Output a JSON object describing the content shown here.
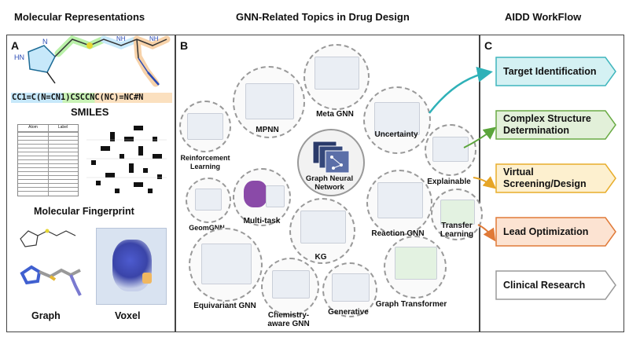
{
  "headers": {
    "left": "Molecular Representations",
    "middle": "GNN-Related Topics in Drug Design",
    "right": "AIDD WorkFlow"
  },
  "panels": {
    "a": "A",
    "b": "B",
    "c": "C"
  },
  "panel_a": {
    "smiles_string": "CC1=C(N=CN1)CSCCNC(NC)=NC#N",
    "smiles_caption": "SMILES",
    "table_headers": [
      "Atom",
      "Label"
    ],
    "fingerprint_caption": "Molecular Fingerprint",
    "graph_caption": "Graph",
    "voxel_caption": "Voxel"
  },
  "panel_b": {
    "center_label": "Graph Neural Network",
    "topics": {
      "meta_gnn": "Meta GNN",
      "mpnn": "MPNN",
      "reinforcement": "Reinforcement Learning",
      "uncertainty": "Uncertainty",
      "explainable": "Explainable",
      "geomgnn": "GeomGNN",
      "multitask": "Multi-task",
      "kg": "KG",
      "reaction_gnn": "Reaction GNN",
      "transfer": "Transfer Learning",
      "equivariant": "Equivariant GNN",
      "chemistry_aware": "Chemistry-aware GNN",
      "generative": "Generative",
      "graph_transformer": "Graph Transformer"
    }
  },
  "panel_c": {
    "steps": [
      {
        "label": "Target Identification",
        "color": "#d4f1f3",
        "border": "#3fb6bd"
      },
      {
        "label": "Complex Structure Determination",
        "color": "#e2f0d9",
        "border": "#6aab45"
      },
      {
        "label": "Virtual Screening/Design",
        "color": "#fdf0cf",
        "border": "#e8ad2b"
      },
      {
        "label": "Lead Optimization",
        "color": "#fce3d2",
        "border": "#e07a38"
      },
      {
        "label": "Clinical Research",
        "color": "#ffffff",
        "border": "#9a9a9a"
      }
    ]
  },
  "colors": {
    "teal": "#2fb1b8",
    "green": "#5ba53b",
    "orange": "#e6a526",
    "red_orange": "#e07a38"
  }
}
